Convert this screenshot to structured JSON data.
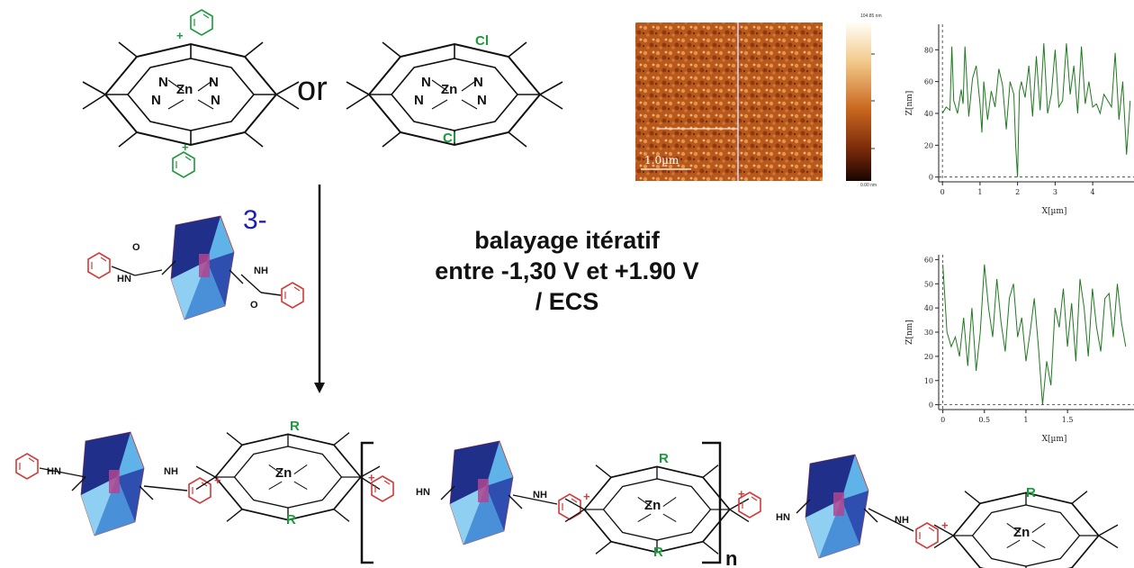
{
  "labels": {
    "or": "or",
    "charge": "3-",
    "scan_line1": "balayage itératif",
    "scan_line2": "entre -1,30 V et +1.90 V",
    "scan_line3": "/ ECS",
    "repeat_n": "n",
    "afm_scale": "1.0µm",
    "colorbar_top": "104.85 nm",
    "colorbar_bottom": "0.00 nm"
  },
  "atoms": {
    "zn": "Zn",
    "n": "N",
    "cl": "Cl",
    "r": "R",
    "nh": "NH",
    "hn": "HN",
    "o": "O",
    "plus": "+"
  },
  "colors": {
    "porphyrin_substituent": "#1a9a3a",
    "pyridinium": "#d23a3a",
    "polyoxometalate_dark": "#1f2f8a",
    "polyoxometalate_light": "#5fb3e8",
    "plot_line": "#1f7a1f",
    "charge": "#1d1db3"
  },
  "chart_data": [
    {
      "type": "line",
      "xlabel": "X[µm]",
      "ylabel": "Z[nm]",
      "xlim": [
        -0.1,
        5.1
      ],
      "ylim": [
        -3,
        96
      ],
      "xticks": [
        "0",
        "1",
        "2",
        "3",
        "4"
      ],
      "yticks": [
        "0",
        "20",
        "40",
        "60",
        "80"
      ],
      "x": [
        0,
        0.1,
        0.2,
        0.25,
        0.3,
        0.4,
        0.5,
        0.55,
        0.6,
        0.7,
        0.8,
        0.9,
        1.0,
        1.05,
        1.1,
        1.2,
        1.3,
        1.4,
        1.5,
        1.6,
        1.7,
        1.8,
        1.9,
        1.95,
        2.0,
        2.05,
        2.1,
        2.2,
        2.3,
        2.4,
        2.5,
        2.6,
        2.7,
        2.8,
        2.9,
        3.0,
        3.1,
        3.2,
        3.3,
        3.4,
        3.5,
        3.6,
        3.7,
        3.8,
        3.9,
        4.0,
        4.1,
        4.2,
        4.3,
        4.4,
        4.5,
        4.6,
        4.7,
        4.8,
        4.9,
        5.0
      ],
      "y": [
        40,
        44,
        42,
        82,
        48,
        40,
        55,
        46,
        82,
        38,
        62,
        70,
        46,
        28,
        60,
        36,
        54,
        44,
        68,
        58,
        30,
        60,
        52,
        20,
        0,
        54,
        60,
        50,
        70,
        38,
        76,
        42,
        84,
        40,
        52,
        80,
        44,
        48,
        84,
        52,
        70,
        40,
        82,
        46,
        60,
        44,
        46,
        40,
        52,
        48,
        44,
        78,
        36,
        60,
        14,
        48
      ]
    },
    {
      "type": "line",
      "xlabel": "X[µm]",
      "ylabel": "Z[nm]",
      "xlim": [
        -0.05,
        2.3
      ],
      "ylim": [
        -2,
        62
      ],
      "xticks": [
        "0",
        "0.5",
        "1",
        "1.5"
      ],
      "yticks": [
        "0",
        "10",
        "20",
        "30",
        "40",
        "50",
        "60"
      ],
      "x": [
        0,
        0.05,
        0.1,
        0.15,
        0.2,
        0.25,
        0.3,
        0.35,
        0.4,
        0.45,
        0.5,
        0.55,
        0.6,
        0.65,
        0.7,
        0.75,
        0.8,
        0.85,
        0.9,
        0.95,
        1.0,
        1.05,
        1.1,
        1.15,
        1.2,
        1.25,
        1.3,
        1.35,
        1.4,
        1.45,
        1.5,
        1.55,
        1.6,
        1.65,
        1.7,
        1.75,
        1.8,
        1.85,
        1.9,
        1.95,
        2.0,
        2.05,
        2.1,
        2.15,
        2.2
      ],
      "y": [
        58,
        30,
        24,
        28,
        20,
        36,
        16,
        40,
        14,
        30,
        58,
        40,
        28,
        52,
        34,
        22,
        44,
        50,
        28,
        36,
        18,
        30,
        44,
        24,
        0,
        18,
        8,
        40,
        32,
        48,
        24,
        42,
        18,
        52,
        40,
        20,
        48,
        32,
        22,
        44,
        46,
        28,
        50,
        34,
        24
      ]
    }
  ]
}
